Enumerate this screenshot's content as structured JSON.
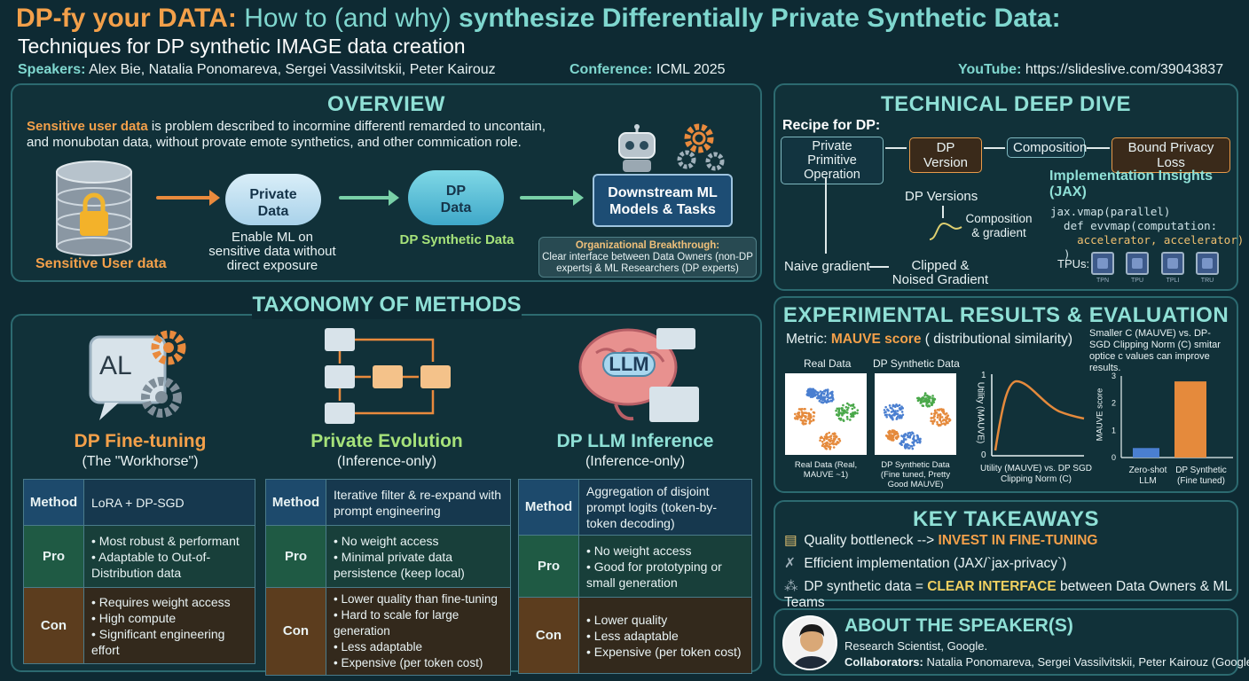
{
  "header": {
    "title_part1": "DP-fy your DATA:",
    "title_part2": "How to (and why)",
    "title_part3": "synthesize Differentially Private Synthetic Data:",
    "subtitle": "Techniques for DP synthetic IMAGE data creation",
    "speakers_label": "Speakers:",
    "speakers": "Alex Bie, Natalia Ponomareva, Sergei Vassilvitskii, Peter Kairouz",
    "conference_label": "Conference:",
    "conference": "ICML 2025",
    "youtube_label": "YouTube:",
    "youtube": "https://slideslive.com/39043837"
  },
  "overview": {
    "title": "OVERVIEW",
    "intro_bold": "Sensitive user data",
    "intro_rest": " is problem described to incormine differentl remarded to uncontain,",
    "intro_line2": "and monubotan data, without provate emote synthetics, and other commication role.",
    "db_label": "Sensitive User data",
    "cloud1": "Private Data",
    "cloud1_caption": "Enable ML on sensitive data without direct exposure",
    "cloud2": "DP Data",
    "cloud2_caption": "DP Synthetic Data",
    "downstream": "Downstream ML Models & Tasks",
    "breakthrough_title": "Organizational Breakthrough:",
    "breakthrough_text": "Clear interface between Data Owners (non-DP expertsj & ML Researchers (DP experts)"
  },
  "taxonomy": {
    "title": "TAXONOMY OF METHODS",
    "icon_al": "AL",
    "icon_llm": "LLM",
    "row_labels": [
      "Method",
      "Pro",
      "Con"
    ],
    "methods": [
      {
        "name": "DP Fine-tuning",
        "sub": "(The \"Workhorse\")",
        "method": "LoRA + DP-SGD",
        "pros": [
          "Most robust & performant",
          "Adaptable to Out-of-Distribution data"
        ],
        "cons": [
          "Requires weight access",
          "High compute",
          "Significant engineering effort"
        ]
      },
      {
        "name": "Private Evolution",
        "sub": "(Inference-only)",
        "method": "Iterative filter & re-expand with prompt engineering",
        "pros": [
          "No weight access",
          "Minimal private data persistence (keep local)"
        ],
        "cons": [
          "Lower quality than fine-tuning",
          "Hard to scale for large generation",
          "Less adaptable",
          "Expensive (per token cost)"
        ]
      },
      {
        "name": "DP LLM Inference",
        "sub": "(Inference-only)",
        "method": "Aggregation of disjoint prompt logits (token-by-token decoding)",
        "pros": [
          "No weight access",
          "Good for prototyping or small generation"
        ],
        "cons": [
          "Lower quality",
          "Less adaptable",
          "Expensive (per token cost)"
        ]
      }
    ]
  },
  "deep_dive": {
    "title": "TECHNICAL DEEP DIVE",
    "recipe_label": "Recipe for DP:",
    "box1": "Private Primitive Operation",
    "box2": "DP Version",
    "box3": "Composition",
    "box4": "Bound Privacy Loss",
    "dp_versions": "DP Versions",
    "composition_gradient": "Composition & gradient",
    "naive": "Naive gradient",
    "clipped": "Clipped & Noised Gradient",
    "impl_title": "Implementation Insights (JAX)",
    "code": [
      "jax.vmap(parallel)",
      "  def evvmap(computation:",
      "    accelerator, accelerator)",
      "  )"
    ],
    "tpus_label": "TPUs:",
    "tpu_labels": [
      "TPN",
      "TPU",
      "TPLI",
      "TRU"
    ]
  },
  "results": {
    "title": "EXPERIMENTAL RESULTS & EVALUATION",
    "metric_label": "Metric:",
    "metric_name": "MAUVE score",
    "metric_desc": "( distributional similarity)",
    "note": "Smaller C (MAUVE) vs. DP-SGD Clipping Norm (C) smitar optice c values can improve results.",
    "real_title": "Real Data",
    "dp_title": "DP Synthetic Data",
    "real_caption": "Real Data (Real, MAUVE ~1)",
    "dp_caption": "DP Synthetic Data (Fine tuned, Pretty Good MAUVE)",
    "curve_ylabel": "Utility (MAUVE)",
    "curve_caption": "Utility (MAUVE) vs. DP SGD Clipping Norm (C)",
    "curve_y_ticks": [
      "1",
      "0"
    ],
    "bar_ylabel": "MAUVE score",
    "bar_y_ticks": [
      "3",
      "2",
      "1",
      "0"
    ]
  },
  "chart_data": {
    "type": "bar",
    "categories": [
      "Zero-shot LLM",
      "DP Synthetic (Fine tuned)"
    ],
    "values": [
      0.35,
      2.8
    ],
    "ylabel": "MAUVE score",
    "ylim": [
      0,
      3
    ],
    "colors": [
      "#4a7fd0",
      "#e58a3c"
    ]
  },
  "takeaways": {
    "title": "KEY TAKEAWAYS",
    "items": [
      {
        "pre": "Quality bottleneck --> ",
        "hl": "INVEST IN FINE-TUNING",
        "post": ""
      },
      {
        "pre": "Efficient implementation (JAX/`jax-privacy`)",
        "hl": "",
        "post": ""
      },
      {
        "pre": "DP synthetic data = ",
        "hl": "CLEAR INTERFACE",
        "post": " between Data Owners & ML Teams"
      }
    ]
  },
  "about": {
    "title": "ABOUT THE SPEAKER(S)",
    "role": "Research Scientist, Google.",
    "collab_label": "Collaborators:",
    "collab": "Natalia Ponomareva, Sergei Vassilvitskii, Peter Kairouz (Google)."
  }
}
